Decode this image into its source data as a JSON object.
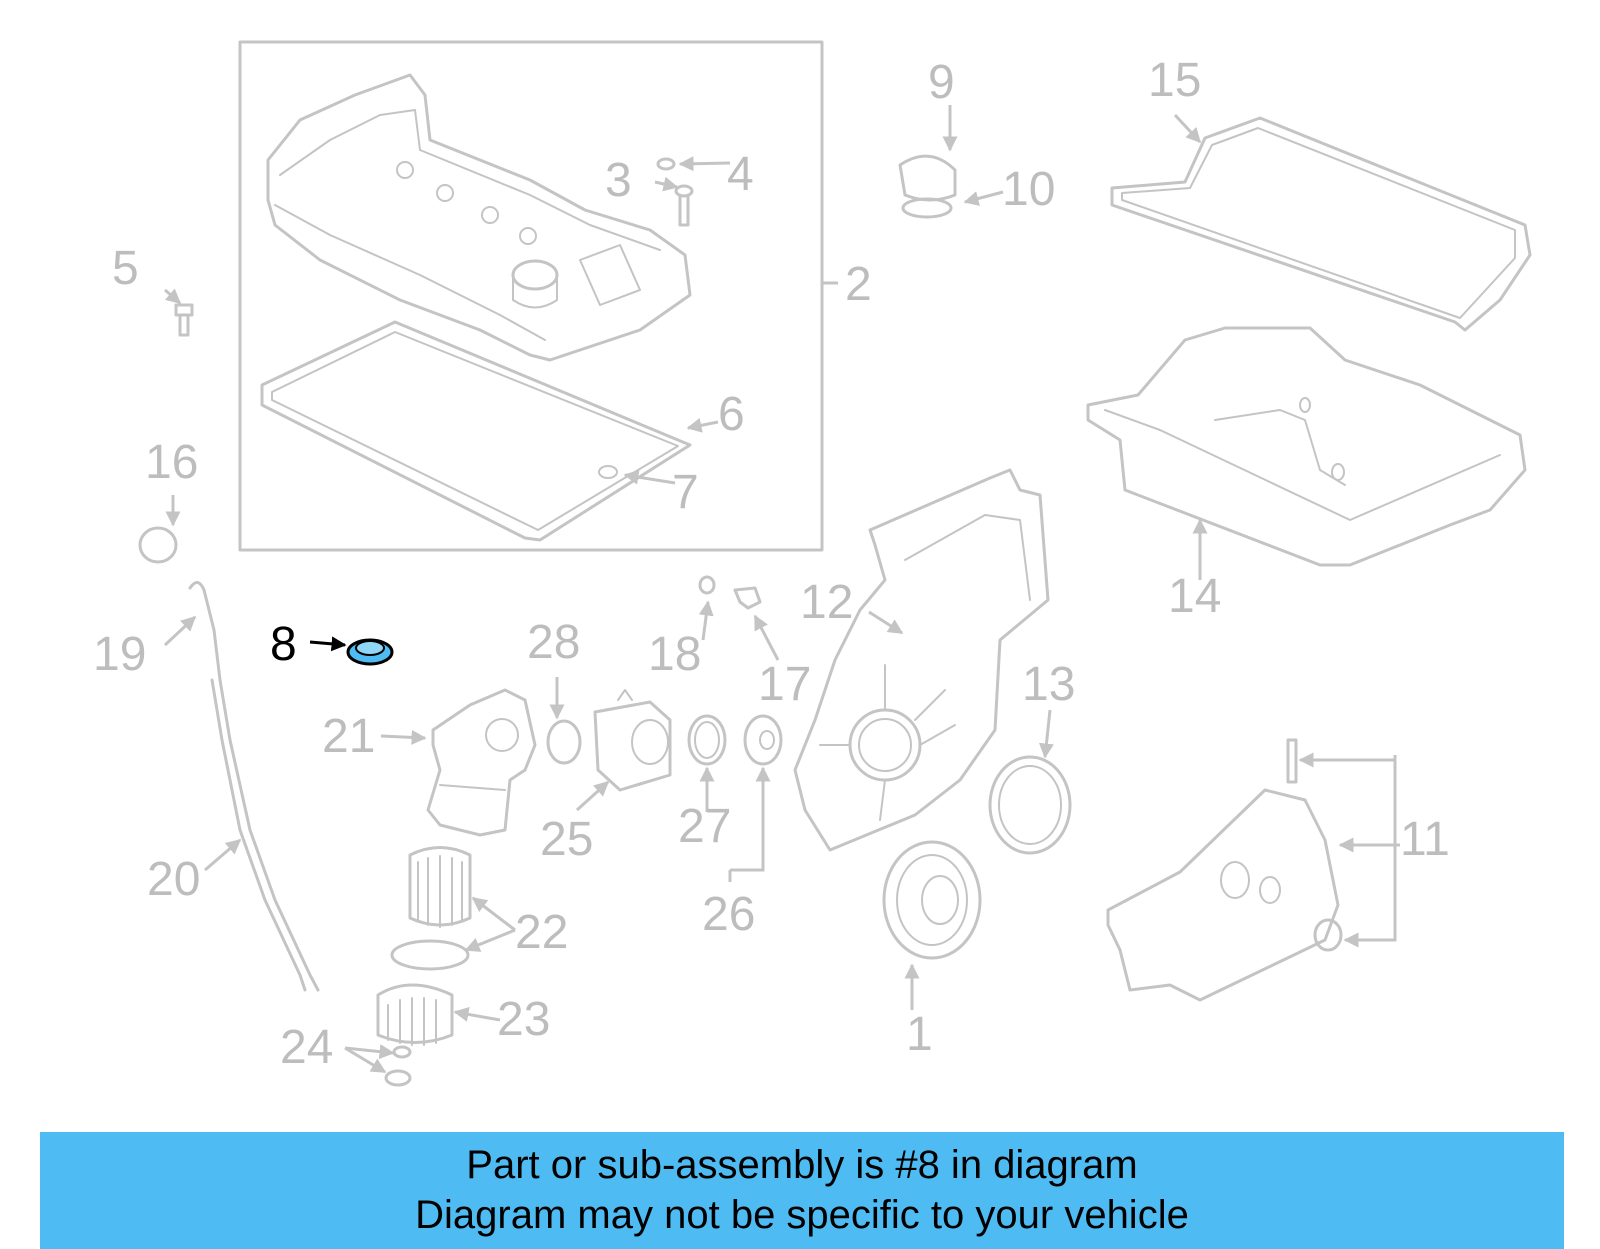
{
  "diagram": {
    "highlight_part": "8",
    "highlight_color": "#4ebbf2",
    "labels": {
      "n1": "1",
      "n2": "2",
      "n3": "3",
      "n4": "4",
      "n5": "5",
      "n6": "6",
      "n7": "7",
      "n8": "8",
      "n9": "9",
      "n10": "10",
      "n11": "11",
      "n12": "12",
      "n13": "13",
      "n14": "14",
      "n15": "15",
      "n16": "16",
      "n17": "17",
      "n18": "18",
      "n19": "19",
      "n20": "20",
      "n21": "21",
      "n22": "22",
      "n23": "23",
      "n24": "24",
      "n25": "25",
      "n26": "26",
      "n27": "27",
      "n28": "28"
    }
  },
  "banner": {
    "line1": "Part or sub-assembly is #8 in diagram",
    "line2": "Diagram may not be specific to your vehicle",
    "color": "#4ebbf2"
  }
}
